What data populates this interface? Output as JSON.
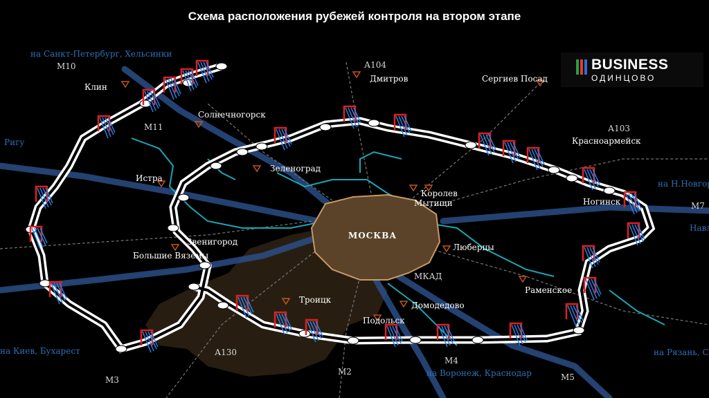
{
  "title": "Схема расположения рубежей контроля на втором этапе",
  "center": {
    "label": "МОСКВА",
    "ring_label": "МКАД"
  },
  "cities": [
    {
      "name": "Клин"
    },
    {
      "name": "Солнечногорск"
    },
    {
      "name": "Истра"
    },
    {
      "name": "Зеленоград"
    },
    {
      "name": "Дмитров"
    },
    {
      "name": "Сергиев Посад"
    },
    {
      "name": "Красноармейск"
    },
    {
      "name": "Королев"
    },
    {
      "name": "Мытищи"
    },
    {
      "name": "Ногинск"
    },
    {
      "name": "Звенигород"
    },
    {
      "name": "Большие Вяземы"
    },
    {
      "name": "Люберцы"
    },
    {
      "name": "Раменское"
    },
    {
      "name": "Троицк"
    },
    {
      "name": "Домодедово"
    },
    {
      "name": "Подольск"
    }
  ],
  "highways": [
    "М10",
    "М11",
    "А104",
    "А103",
    "М7",
    "А130",
    "М3",
    "М2",
    "М4",
    "М5"
  ],
  "destinations": [
    "на Санкт-Петербург, Хельсинки",
    "Ригу",
    "на Н.Новгород, Екатеринбург",
    "Навло, Пол",
    "на Киев, Бухарест",
    "на Воронеж, Краснодар",
    "на Рязань, Самару"
  ],
  "logo": {
    "line1": "BUSINESS",
    "line2": "ОДИНЦОВО",
    "colors": [
      "#2f9e3a",
      "#e53b30",
      "#2e6fd0",
      "#f0b81a"
    ]
  },
  "colors": {
    "ring": "#ffffff",
    "ring_core": "#000000",
    "highway": "#2a4e86",
    "river": "#1aa7b8",
    "moscow_fill": "#5a4328",
    "moscow_edge": "#c99867",
    "region_fill": "#2b2113",
    "checkpoint_red": "#e02020",
    "checkpoint_blue": "#2f7fe0",
    "city_marker": "#c2551f"
  },
  "icons": {
    "checkpoint": "checkpoint-barrier-icon",
    "city": "city-triangle-icon",
    "node": "ring-node-icon"
  }
}
